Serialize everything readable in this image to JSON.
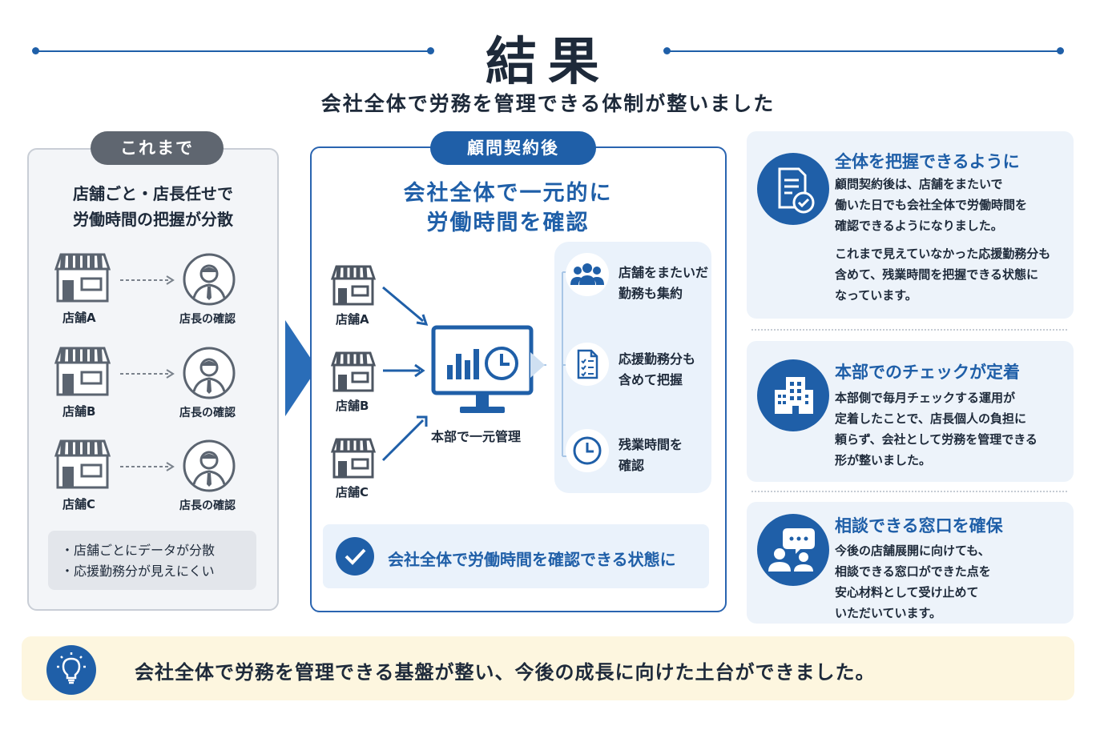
{
  "header": {
    "title": "結果",
    "subtitle": "会社全体で労務を管理できる体制が整いました"
  },
  "before": {
    "badge": "これまで",
    "heading_line1": "店舗ごと・店長任せで",
    "heading_line2": "労働時間の把握が分散",
    "rows": [
      {
        "store": "店舗A",
        "manager": "店長の確認"
      },
      {
        "store": "店舗B",
        "manager": "店長の確認"
      },
      {
        "store": "店舗C",
        "manager": "店長の確認"
      }
    ],
    "notes": [
      "・店舗ごとにデータが分散",
      "・応援勤務分が見えにくい"
    ]
  },
  "after": {
    "badge": "顧問契約後",
    "heading_line1": "会社全体で一元的に",
    "heading_line2": "労働時間を確認",
    "stores": [
      "店舗A",
      "店舗B",
      "店舗C"
    ],
    "hub_label": "本部で一元管理",
    "features": [
      {
        "line1": "店舗をまたいだ",
        "line2": "勤務も集約",
        "icon": "group-icon"
      },
      {
        "line1": "応援勤務分も",
        "line2": "含めて把握",
        "icon": "checklist-icon"
      },
      {
        "line1": "残業時間を",
        "line2": "確認",
        "icon": "clock-icon"
      }
    ],
    "result": "会社全体で労働時間を確認できる状態に"
  },
  "cards": [
    {
      "title": "全体を把握できるように",
      "icon": "document-check-icon",
      "lines": [
        "顧問契約後は、店舗をまたいで",
        "働いた日でも会社全体で労働時間を",
        "確認できるようになりました。"
      ],
      "lines2": [
        "これまで見えていなかった応援勤務分も",
        "含めて、残業時間を把握できる状態に",
        "なっています。"
      ]
    },
    {
      "title": "本部でのチェックが定着",
      "icon": "building-icon",
      "lines": [
        "本部側で毎月チェックする運用が",
        "定着したことで、店長個人の負担に",
        "頼らず、会社として労務を管理できる",
        "形が整いました。"
      ],
      "lines2": []
    },
    {
      "title": "相談できる窓口を確保",
      "icon": "consultation-icon",
      "lines": [
        "今後の店舗展開に向けても、",
        "相談できる窓口ができた点を",
        "安心材料として受け止めて",
        "いただいています。"
      ],
      "lines2": []
    }
  ],
  "footer": {
    "text": "会社全体で労務を管理できる基盤が整い、今後の成長に向けた土台ができました。",
    "icon": "lightbulb-icon"
  },
  "colors": {
    "primary": "#1f5fa8",
    "gray_badge": "#5f6670",
    "light_blue": "#edf3fa",
    "footer_bg": "#fdf6df"
  }
}
